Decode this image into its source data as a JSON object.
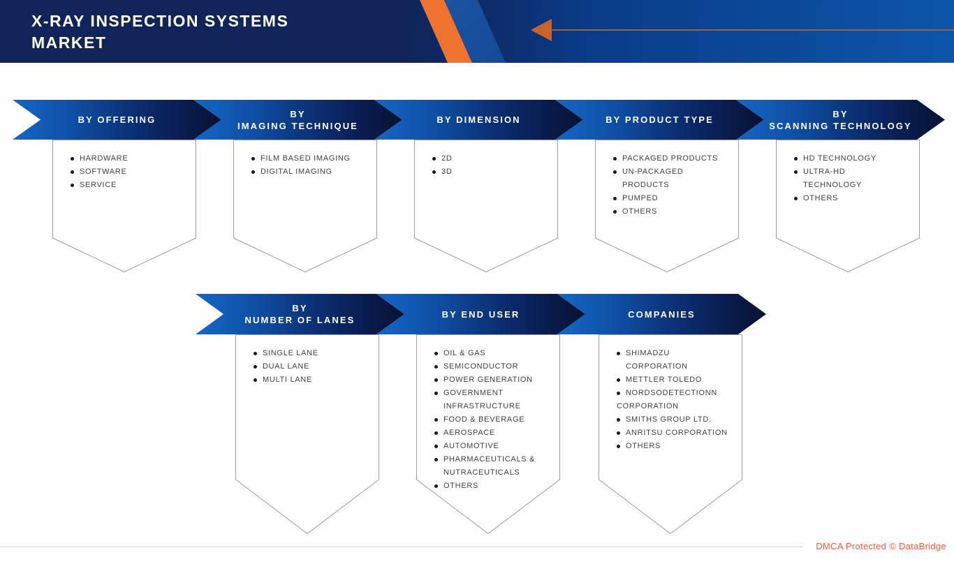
{
  "header": {
    "title_line1": "X-RAY INSPECTION SYSTEMS",
    "title_line2": "MARKET"
  },
  "rows": [
    {
      "segments": [
        {
          "id": "by-offering",
          "label_lines": [
            "BY OFFERING"
          ],
          "items": [
            {
              "lines": [
                "HARDWARE"
              ]
            },
            {
              "lines": [
                "SOFTWARE"
              ]
            },
            {
              "lines": [
                "SERVICE"
              ]
            }
          ]
        },
        {
          "id": "by-imaging-technique",
          "label_lines": [
            "BY",
            "IMAGING TECHNIQUE"
          ],
          "items": [
            {
              "lines": [
                "FILM BASED IMAGING"
              ]
            },
            {
              "lines": [
                "DIGITAL IMAGING"
              ]
            }
          ]
        },
        {
          "id": "by-dimension",
          "label_lines": [
            "BY DIMENSION"
          ],
          "items": [
            {
              "lines": [
                "2D"
              ]
            },
            {
              "lines": [
                "3D"
              ]
            }
          ]
        },
        {
          "id": "by-product-type",
          "label_lines": [
            "BY PRODUCT TYPE"
          ],
          "items": [
            {
              "lines": [
                "PACKAGED PRODUCTS"
              ]
            },
            {
              "lines": [
                "UN-PACKAGED",
                "PRODUCTS"
              ]
            },
            {
              "lines": [
                "PUMPED"
              ]
            },
            {
              "lines": [
                "OTHERS"
              ]
            }
          ]
        },
        {
          "id": "by-scanning-technology",
          "label_lines": [
            "BY",
            "SCANNING TECHNOLOGY"
          ],
          "items": [
            {
              "lines": [
                "HD TECHNOLOGY"
              ]
            },
            {
              "lines": [
                "ULTRA-HD",
                "TECHNOLOGY"
              ]
            },
            {
              "lines": [
                "OTHERS"
              ]
            }
          ]
        }
      ]
    },
    {
      "segments": [
        {
          "id": "by-number-of-lanes",
          "label_lines": [
            "BY",
            "NUMBER OF LANES"
          ],
          "items": [
            {
              "lines": [
                "SINGLE LANE"
              ]
            },
            {
              "lines": [
                "DUAL LANE"
              ]
            },
            {
              "lines": [
                "MULTI LANE"
              ]
            }
          ]
        },
        {
          "id": "by-end-user",
          "label_lines": [
            "BY END USER"
          ],
          "items": [
            {
              "lines": [
                "OIL & GAS"
              ]
            },
            {
              "lines": [
                "SEMICONDUCTOR"
              ]
            },
            {
              "lines": [
                "POWER GENERATION"
              ]
            },
            {
              "lines": [
                "GOVERNMENT",
                "INFRASTRUCTURE"
              ]
            },
            {
              "lines": [
                "FOOD & BEVERAGE"
              ]
            },
            {
              "lines": [
                "AEROSPACE"
              ]
            },
            {
              "lines": [
                "AUTOMOTIVE"
              ]
            },
            {
              "lines": [
                "PHARMACEUTICALS &",
                "NUTRACEUTICALS"
              ]
            },
            {
              "lines": [
                "OTHERS"
              ]
            }
          ]
        },
        {
          "id": "companies",
          "label_lines": [
            "COMPANIES"
          ],
          "items": [
            {
              "lines": [
                "SHIMADZU",
                "CORPORATION"
              ]
            },
            {
              "lines": [
                "METTLER TOLEDO"
              ]
            },
            {
              "lines": [
                "NORDSODETECTIONN",
                "CORPORATION"
              ],
              "outdent": true
            },
            {
              "lines": [
                "SMITHS GROUP LTD."
              ]
            },
            {
              "lines": [
                "ANRITSU CORPORATION"
              ]
            },
            {
              "lines": [
                "OTHERS"
              ]
            }
          ]
        }
      ]
    }
  ],
  "footer": {
    "dmca_text": "DMCA Protected © DataBridge"
  },
  "colors": {
    "header_navy": "#102459",
    "header_blue": "#0c55aa",
    "banner_blue": "#1467c6",
    "banner_navy": "#081232",
    "accent_orange": "#f0722f",
    "arrow_orange": "#cd6228",
    "box_border": "#999ea6",
    "list_text": "#3c4148",
    "dmca_orange": "#ea5b40"
  }
}
